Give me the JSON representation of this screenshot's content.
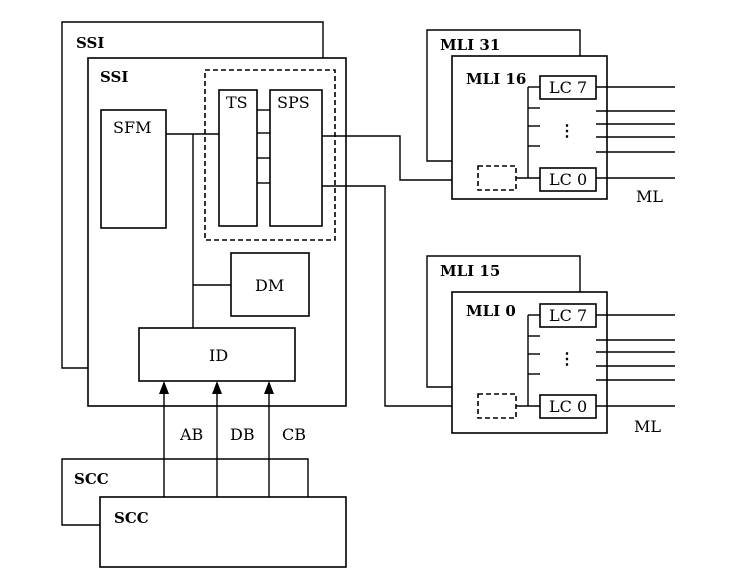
{
  "labels": {
    "ssi_back": "SSI",
    "ssi_front": "SSI",
    "sfm": "SFM",
    "ts": "TS",
    "sps": "SPS",
    "dm": "DM",
    "id": "ID",
    "ab": "AB",
    "db": "DB",
    "cb": "CB",
    "scc_back": "SCC",
    "scc_front": "SCC",
    "mli31": "MLI 31",
    "mli16": "MLI 16",
    "mli15": "MLI 15",
    "mli0": "MLI 0",
    "lc7_top": "LC 7",
    "lc0_top": "LC 0",
    "lc7_bottom": "LC 7",
    "lc0_bottom": "LC 0",
    "ml_top": "ML",
    "ml_bottom": "ML",
    "dots_top": "⋮",
    "dots_bottom": "⋮"
  }
}
